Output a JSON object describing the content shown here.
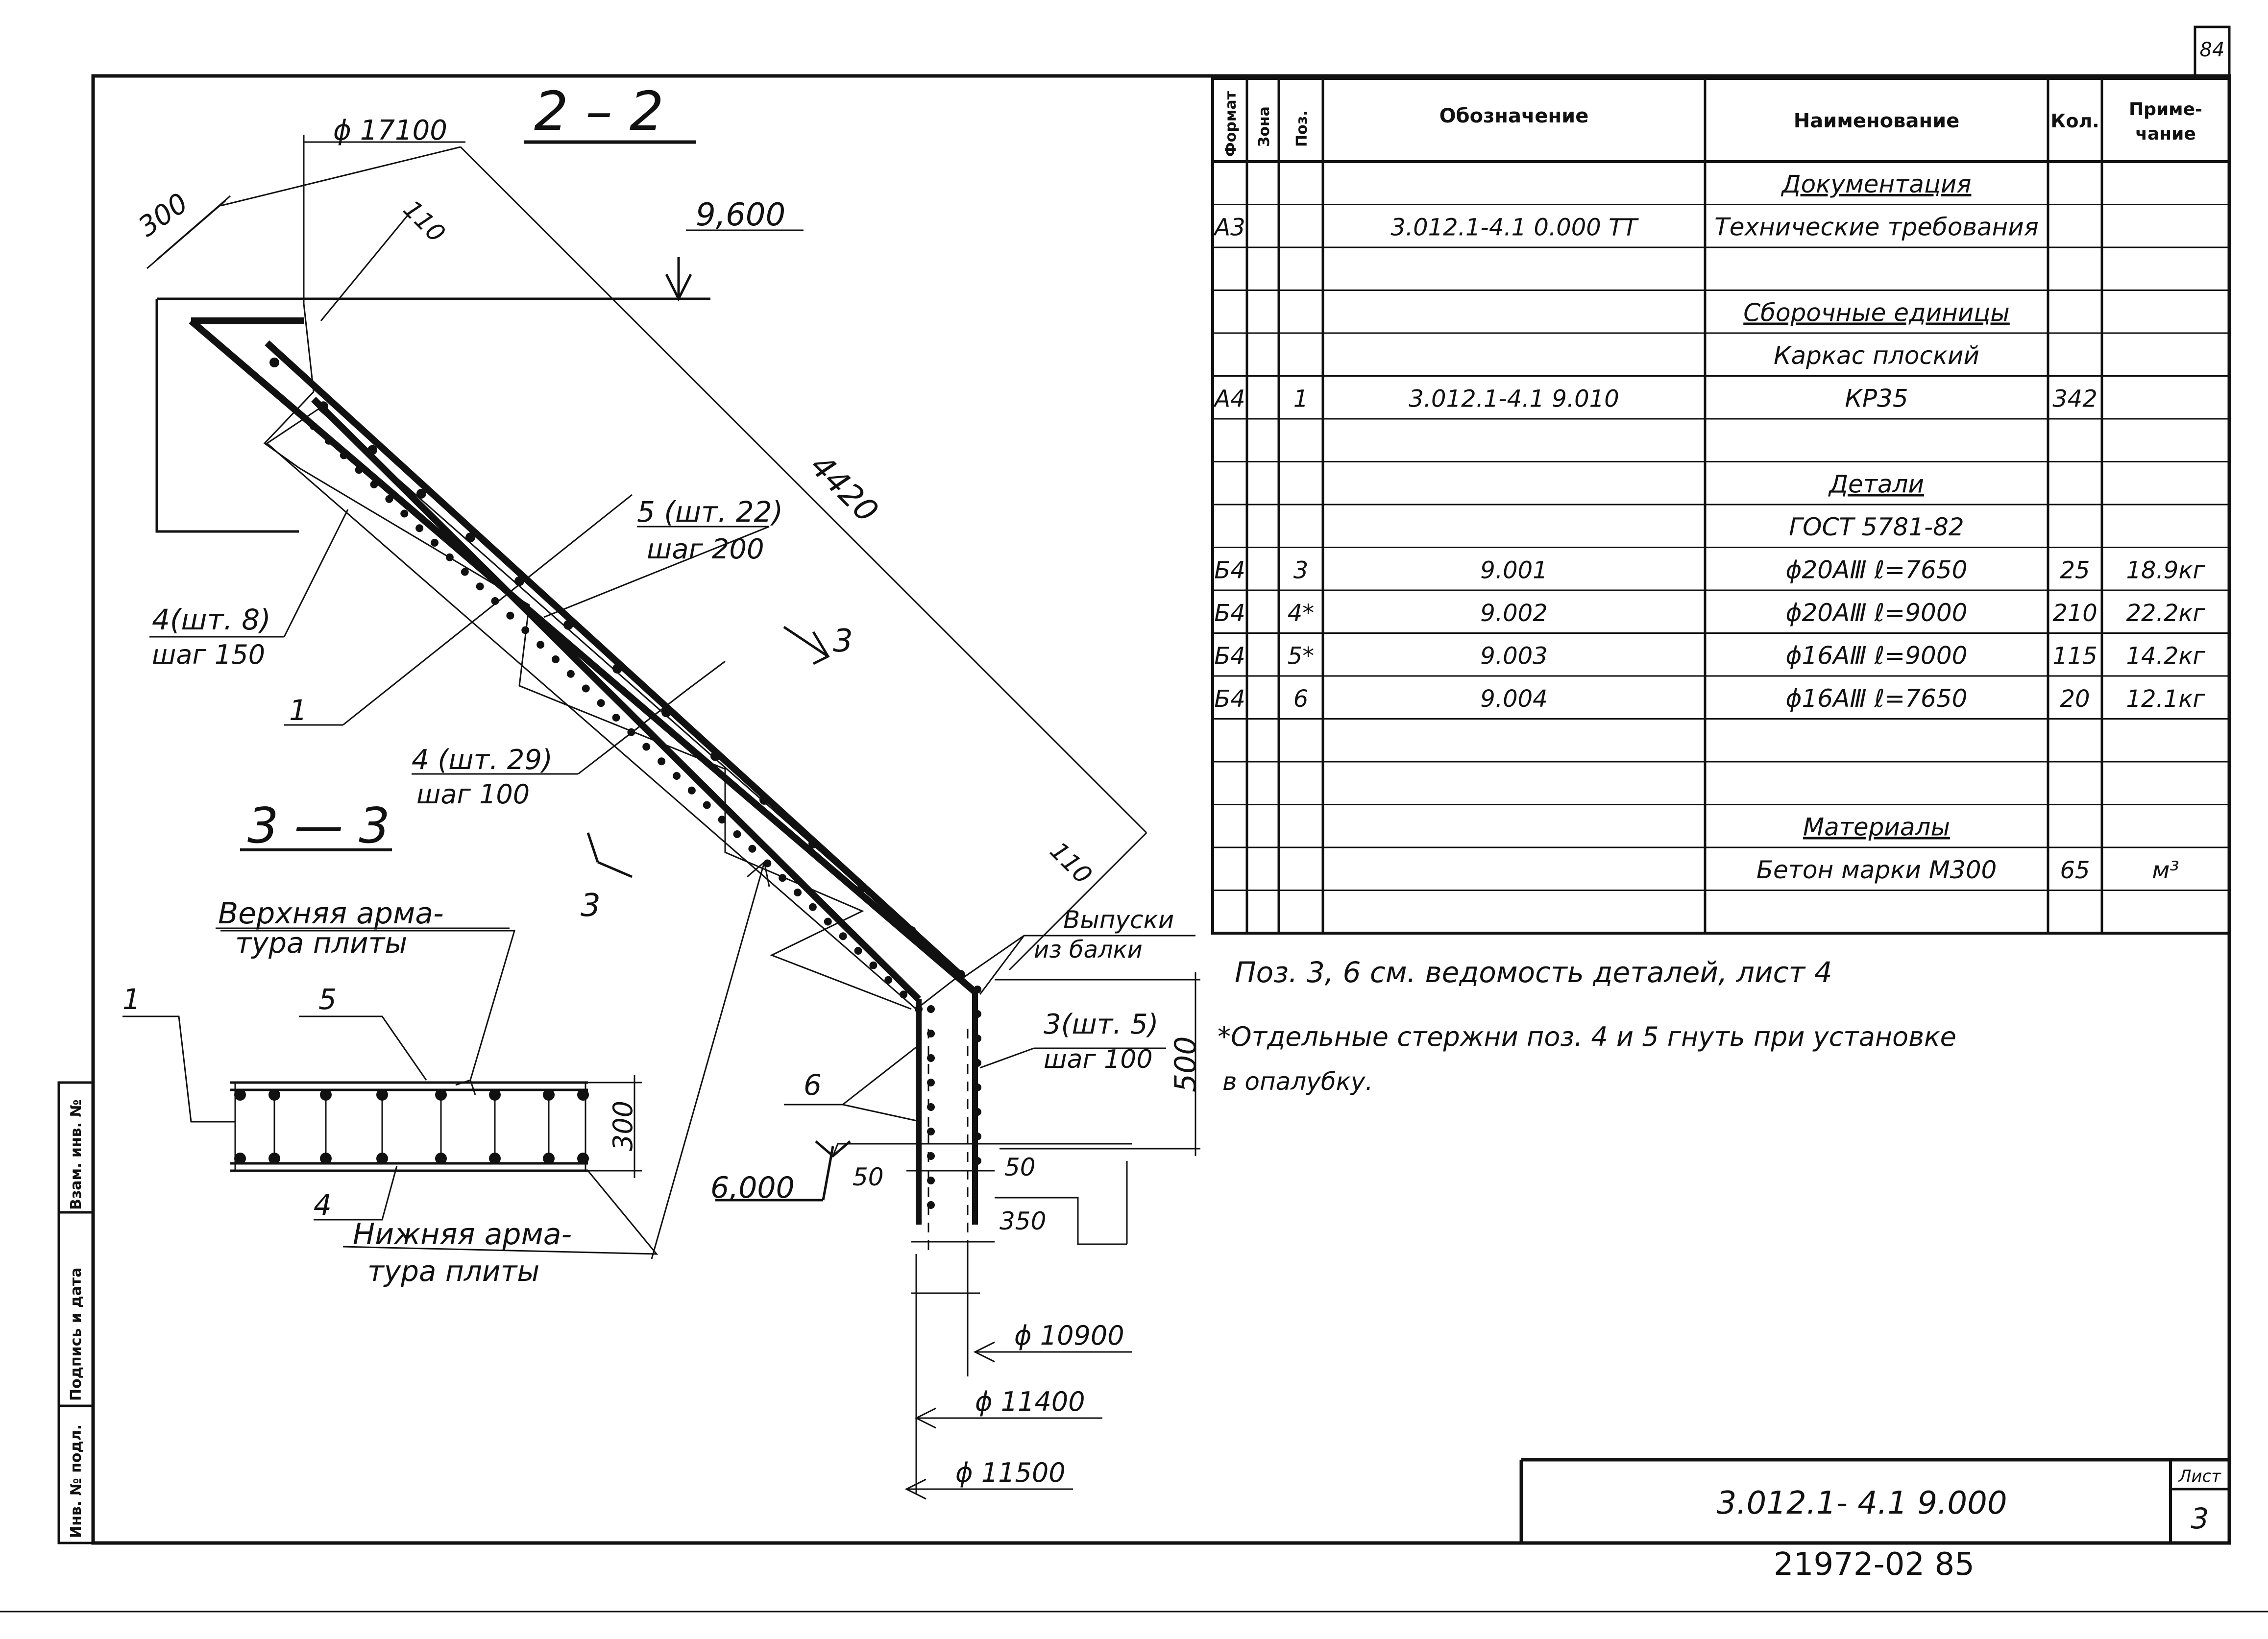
{
  "page_number": "84",
  "section_2_2": {
    "title": "2 – 2",
    "dim_d17100": "ϕ 17100",
    "dim_300": "300",
    "dim_110_top": "110",
    "level_9600": "9,600",
    "dim_4420": "4420",
    "label_5": "5 (шт. 22)",
    "step_5": "шаг 200",
    "label_4a": "4(шт. 8)",
    "step_4a": "шаг 150",
    "label_1": "1",
    "label_4b": "4 (шт. 29)",
    "step_4b": "шаг 100",
    "section_mark": "3",
    "dim_110_bottom": "110",
    "outlets_line1": "Выпуски",
    "outlets_line2": "из балки",
    "label_3": "3(шт. 5)",
    "step_3": "шаг 100",
    "dim_500": "500",
    "label_6": "6",
    "level_6000": "6,000",
    "dim_50_left": "50",
    "dim_50_right": "50",
    "dim_350": "350",
    "dim_d10900": "ϕ 10900",
    "dim_d11400": "ϕ 11400",
    "dim_d11500": "ϕ 11500"
  },
  "section_3_3": {
    "title": "3 — 3",
    "top_rebar_line1": "Верхняя арма-",
    "top_rebar_line2": "тура плиты",
    "label_1": "1",
    "label_5": "5",
    "label_4": "4",
    "dim_300": "300",
    "bottom_rebar_line1": "Нижняя арма-",
    "bottom_rebar_line2": "тура плиты"
  },
  "spec_table": {
    "headers": {
      "format": "Формат",
      "zone": "Зона",
      "pos": "Поз.",
      "designation": "Обозначение",
      "name": "Наименование",
      "qty": "Кол.",
      "note_line1": "Приме-",
      "note_line2": "чание"
    },
    "rows": [
      {
        "format": "",
        "zone": "",
        "pos": "",
        "designation": "",
        "name": "Документация",
        "qty": "",
        "note": "",
        "underline": true
      },
      {
        "format": "А3",
        "zone": "",
        "pos": "",
        "designation": "3.012.1-4.1 0.000 ТТ",
        "name": "Технические требования",
        "qty": "",
        "note": ""
      },
      {
        "format": "",
        "zone": "",
        "pos": "",
        "designation": "",
        "name": "",
        "qty": "",
        "note": ""
      },
      {
        "format": "",
        "zone": "",
        "pos": "",
        "designation": "",
        "name": "Сборочные единицы",
        "qty": "",
        "note": "",
        "underline": true
      },
      {
        "format": "",
        "zone": "",
        "pos": "",
        "designation": "",
        "name": "Каркас плоский",
        "qty": "",
        "note": ""
      },
      {
        "format": "А4",
        "zone": "",
        "pos": "1",
        "designation": "3.012.1-4.1      9.010",
        "name": "КР35",
        "qty": "342",
        "note": ""
      },
      {
        "format": "",
        "zone": "",
        "pos": "",
        "designation": "",
        "name": "",
        "qty": "",
        "note": ""
      },
      {
        "format": "",
        "zone": "",
        "pos": "",
        "designation": "",
        "name": "Детали",
        "qty": "",
        "note": "",
        "underline": true
      },
      {
        "format": "",
        "zone": "",
        "pos": "",
        "designation": "",
        "name": "ГОСТ 5781-82",
        "qty": "",
        "note": ""
      },
      {
        "format": "Б4",
        "zone": "",
        "pos": "3",
        "designation": "9.001",
        "name": "ϕ20АⅢ      ℓ=7650",
        "qty": "25",
        "note": "18.9кг"
      },
      {
        "format": "Б4",
        "zone": "",
        "pos": "4*",
        "designation": "9.002",
        "name": "ϕ20АⅢ      ℓ=9000",
        "qty": "210",
        "note": "22.2кг"
      },
      {
        "format": "Б4",
        "zone": "",
        "pos": "5*",
        "designation": "9.003",
        "name": "ϕ16АⅢ      ℓ=9000",
        "qty": "115",
        "note": "14.2кг"
      },
      {
        "format": "Б4",
        "zone": "",
        "pos": "6",
        "designation": "9.004",
        "name": "ϕ16АⅢ      ℓ=7650",
        "qty": "20",
        "note": "12.1кг"
      },
      {
        "format": "",
        "zone": "",
        "pos": "",
        "designation": "",
        "name": "",
        "qty": "",
        "note": ""
      },
      {
        "format": "",
        "zone": "",
        "pos": "",
        "designation": "",
        "name": "",
        "qty": "",
        "note": ""
      },
      {
        "format": "",
        "zone": "",
        "pos": "",
        "designation": "",
        "name": "Материалы",
        "qty": "",
        "note": "",
        "underline": true
      },
      {
        "format": "",
        "zone": "",
        "pos": "",
        "designation": "",
        "name": "Бетон марки М300",
        "qty": "65",
        "note": "м³"
      },
      {
        "format": "",
        "zone": "",
        "pos": "",
        "designation": "",
        "name": "",
        "qty": "",
        "note": ""
      }
    ]
  },
  "notes": {
    "line1": "Поз. 3, 6 см. ведомость деталей, лист 4",
    "line2": "*Отдельные стержни поз. 4 и 5 гнуть при установке",
    "line3": "в опалубку."
  },
  "side_stamp": {
    "inv_no": "Инв. № подл.",
    "signature_date": "Подпись и дата",
    "replace_inv": "Взам. инв. №"
  },
  "title_block": {
    "designation": "3.012.1- 4.1 9.000",
    "sheet_label": "Лист",
    "sheet_number": "3"
  },
  "archive_number": "21972-02   85"
}
